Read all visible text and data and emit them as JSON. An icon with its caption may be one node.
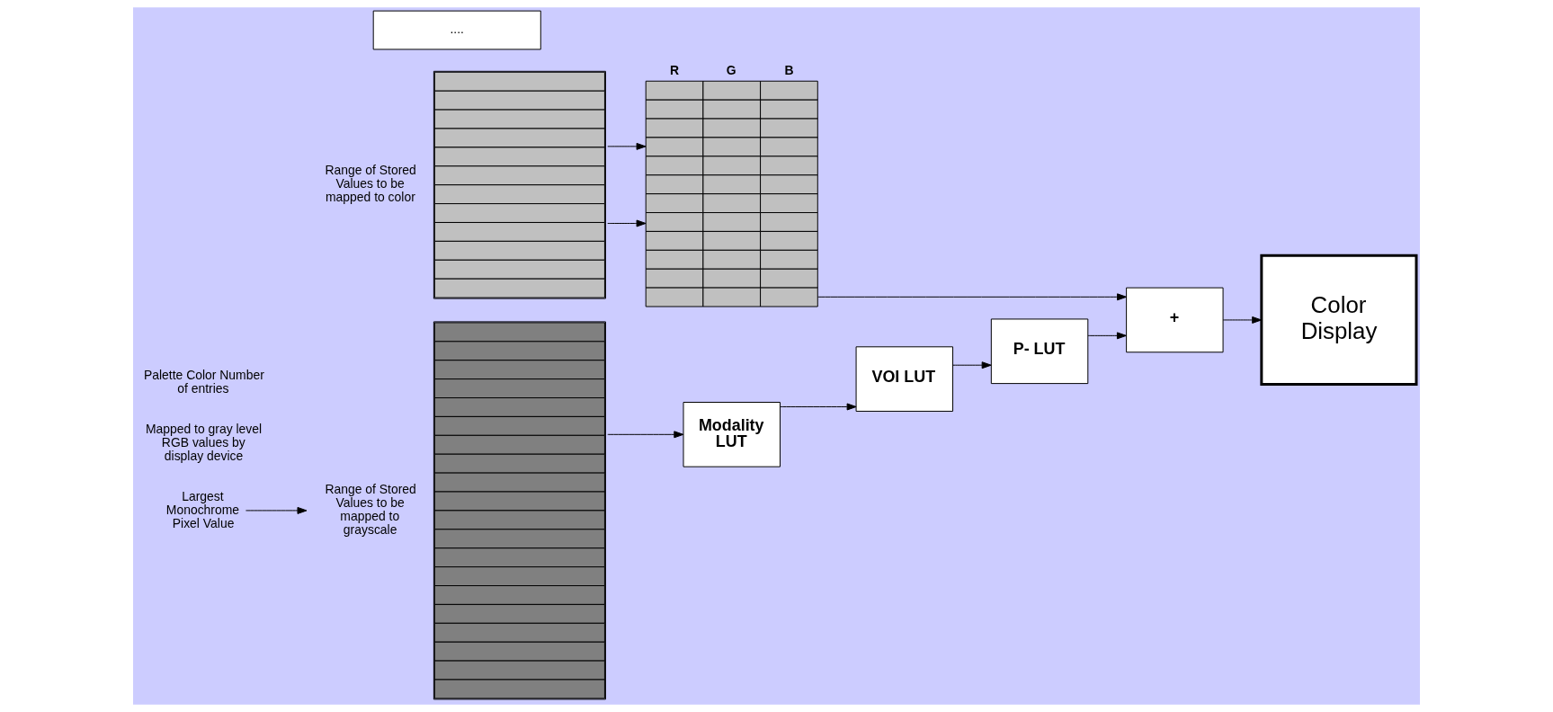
{
  "diagram": {
    "nodes": [
      {
        "text": [],
        "shape": "bar",
        "beside": [
          "Range of Stored Values to be mapped to grayscale"
        ]
      },
      {
        "text": [],
        "shape": "bar",
        "beside": [
          "Range of Stored Values to be mapped to color"
        ]
      },
      {
        "text": [
          "...."
        ]
      },
      {
        "text": [
          "Modality LUT"
        ]
      },
      {
        "text": [
          "VOI LUT"
        ]
      },
      {
        "text": [
          "P- LUT"
        ]
      },
      {
        "text": [
          "+"
        ]
      },
      {
        "text": [
          "Color Display"
        ]
      },
      {
        "text": [
          "R",
          "G",
          "B"
        ]
      },
      {
        "text": [
          "Largest Monochrome Pixel Value"
        ]
      }
    ],
    "edges": [
      {
        "from": 0,
        "to": 3,
        "arrow": "to"
      },
      {
        "from": 3,
        "to": 4,
        "arrow": "to"
      },
      {
        "from": 4,
        "to": 5,
        "arrow": "to"
      },
      {
        "from": 5,
        "to": 6,
        "arrow": "to"
      },
      {
        "from": 8,
        "to": 6,
        "arrow": "to"
      },
      {
        "from": 6,
        "to": 7,
        "arrow": "to"
      },
      {
        "from": 1,
        "to": 8,
        "arrow": "to"
      },
      {
        "from": 1,
        "to": 8,
        "arrow": "to"
      },
      {
        "from": 9,
        "to": 0,
        "arrow": "to"
      }
    ],
    "labels": [
      "Mapped to gray level RGB values by display device",
      "Palette Color Number of entries"
    ]
  }
}
